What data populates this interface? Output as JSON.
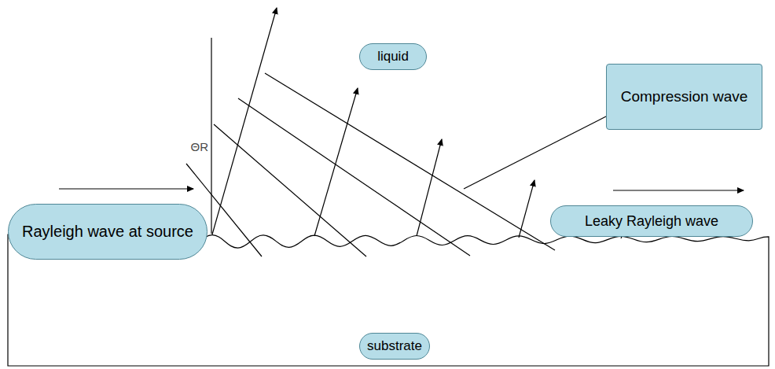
{
  "diagram": {
    "nodes": [
      {
        "text": [
          "liquid"
        ]
      },
      {
        "text": [
          "Compression wave"
        ]
      },
      {
        "text": [
          "Rayleigh wave at source"
        ]
      },
      {
        "text": [
          "Leaky Rayleigh wave"
        ]
      },
      {
        "text": [
          "substrate"
        ]
      }
    ],
    "labels": [
      "ΘR"
    ]
  }
}
